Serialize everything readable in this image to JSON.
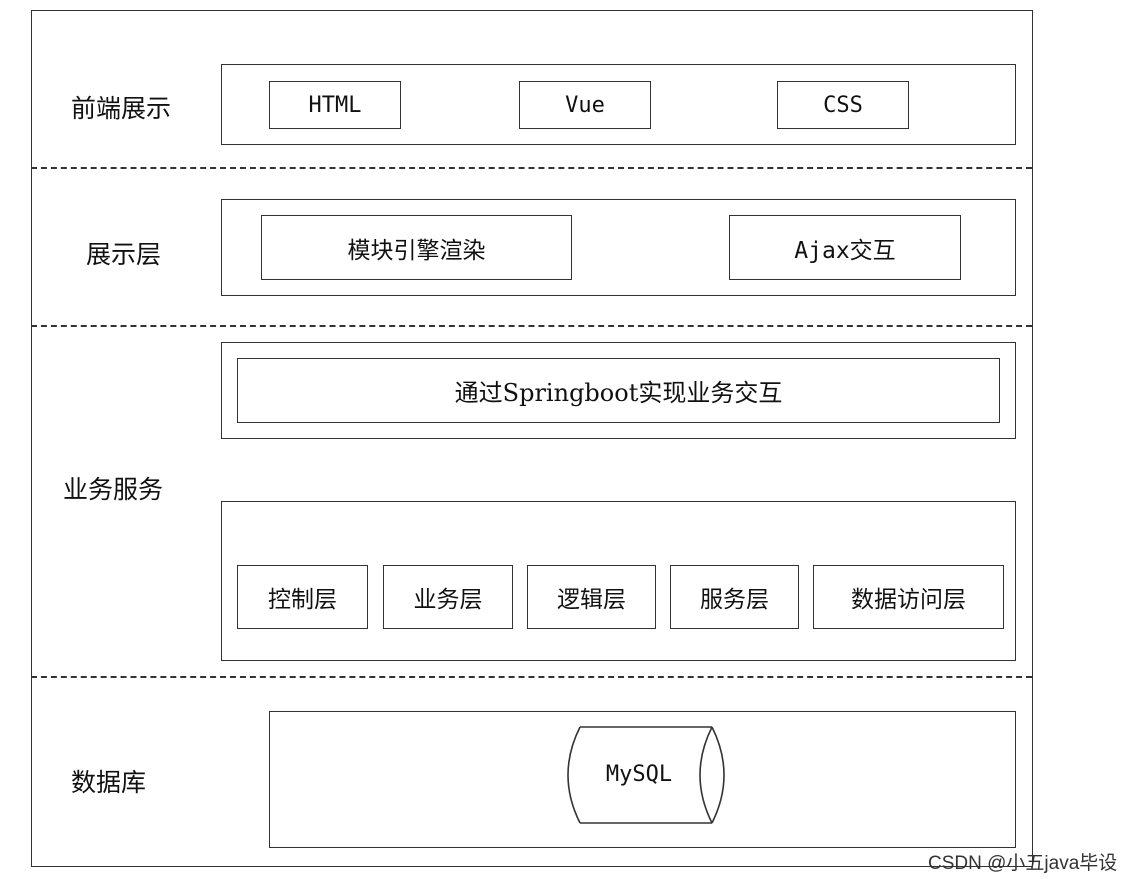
{
  "layers": {
    "frontend": {
      "label": "前端展示",
      "items": [
        "HTML",
        "Vue",
        "CSS"
      ]
    },
    "presentation": {
      "label": "展示层",
      "items": [
        "模块引擎渲染",
        "Ajax交互"
      ]
    },
    "business": {
      "label": "业务服务",
      "banner": "通过Springboot实现业务交互",
      "items": [
        "控制层",
        "业务层",
        "逻辑层",
        "服务层",
        "数据访问层"
      ]
    },
    "database": {
      "label": "数据库",
      "db": "MySQL"
    }
  },
  "watermark": "CSDN @小五java毕设"
}
